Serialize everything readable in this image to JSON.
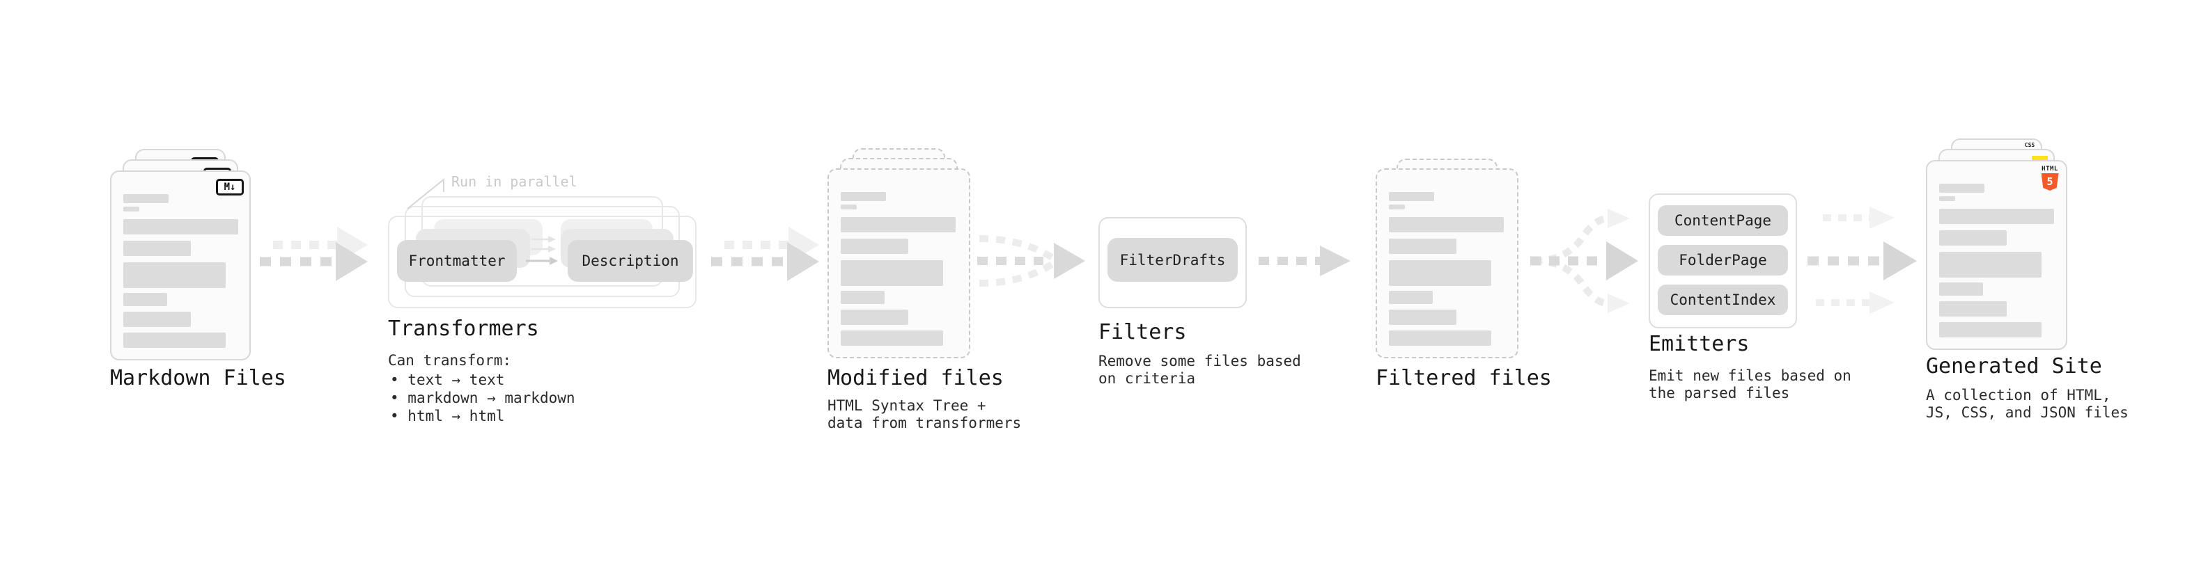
{
  "diagram": {
    "markdown_files": {
      "label": "Markdown Files",
      "badge": "M↓"
    },
    "transformers": {
      "title": "Transformers",
      "annotation": "Run in parallel",
      "chips": {
        "from": "Frontmatter",
        "to": "Description"
      },
      "caption_heading": "Can transform:",
      "bullets": [
        "text → text",
        "markdown → markdown",
        "html → html"
      ]
    },
    "modified_files": {
      "label": "Modified files",
      "caption": "HTML Syntax Tree +\ndata from transformers"
    },
    "filters": {
      "title": "Filters",
      "chip": "FilterDrafts",
      "caption": "Remove some files based\non criteria"
    },
    "filtered_files": {
      "label": "Filtered files"
    },
    "emitters": {
      "title": "Emitters",
      "chips": [
        "ContentPage",
        "FolderPage",
        "ContentIndex"
      ],
      "caption": "Emit new files based on\nthe parsed files"
    },
    "generated_site": {
      "label": "Generated Site",
      "caption": "A collection of HTML,\nJS, CSS, and JSON files",
      "badges": {
        "html_text": "HTML",
        "html_number": "5",
        "css_text": "CSS"
      }
    },
    "colors": {
      "html5_orange": "#f15b29",
      "js_yellow": "#ffdf1e",
      "css_blue": "#2f6bff",
      "chip_gray": "#dadada",
      "bar_gray": "#dcdcdc",
      "arrow_gray": "#d9d9d9",
      "arrow_light": "#eeeeee"
    }
  }
}
